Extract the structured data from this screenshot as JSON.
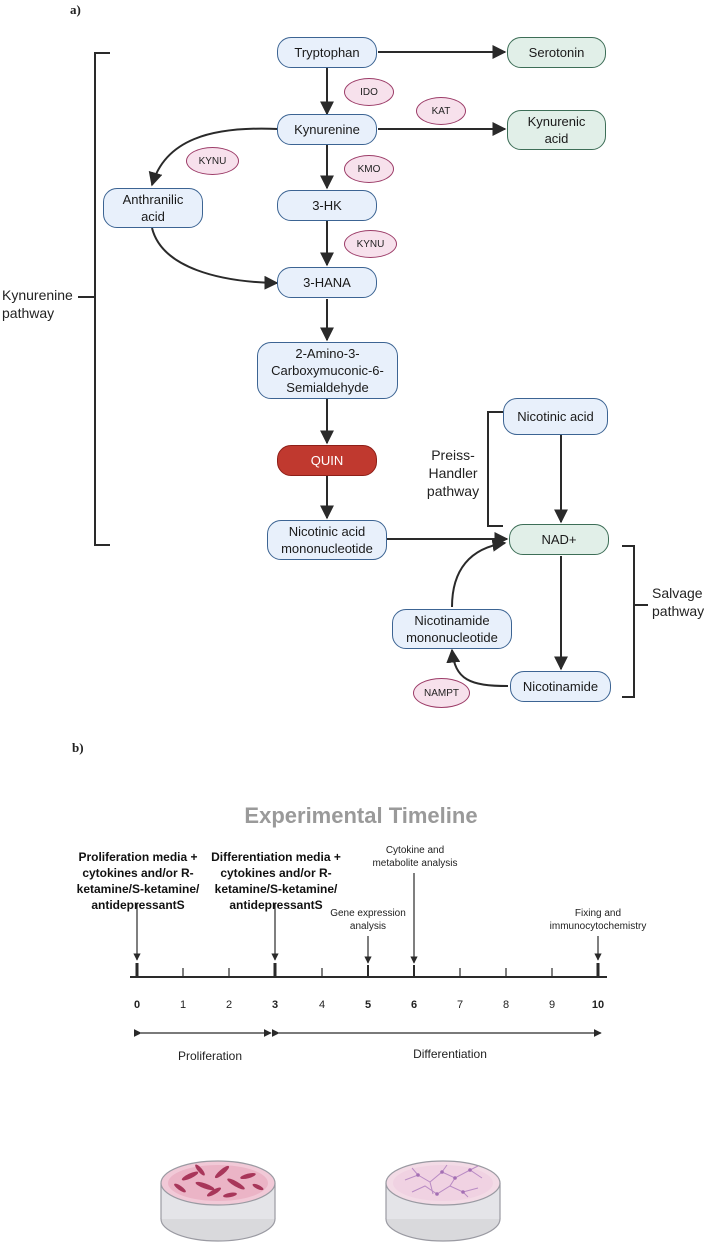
{
  "panel_a_label": "a)",
  "panel_b_label": "b)",
  "nodes": {
    "tryptophan": "Tryptophan",
    "serotonin": "Serotonin",
    "kynurenine": "Kynurenine",
    "kynurenic_acid": "Kynurenic acid",
    "anthranilic_acid": "Anthranilic acid",
    "three_hk": "3-HK",
    "three_hana": "3-HANA",
    "acms": "2-Amino-3-Carboxymuconic-6-Semialdehyde",
    "quin": "QUIN",
    "namn": "Nicotinic acid mononucleotide",
    "nicotinic_acid": "Nicotinic acid",
    "nad": "NAD+",
    "nmn": "Nicotinamide mononucleotide",
    "nicotinamide": "Nicotinamide"
  },
  "enzymes": {
    "ido": "IDO",
    "kat": "KAT",
    "kynu1": "KYNU",
    "kmo": "KMO",
    "kynu2": "KYNU",
    "nampt": "NAMPT"
  },
  "pathways": {
    "kynurenine": "Kynurenine pathway",
    "preiss_handler": "Preiss-Handler pathway",
    "salvage": "Salvage pathway"
  },
  "timeline": {
    "title": "Experimental Timeline",
    "proliferation_media": "Proliferation media + cytokines and/or R-ketamine/S-ketamine/ antidepressantS",
    "differentiation_media": "Differentiation media + cytokines and/or R-ketamine/S-ketamine/ antidepressantS",
    "cytokine_analysis": "Cytokine and metabolite analysis",
    "gene_expression": "Gene expression analysis",
    "fixing": "Fixing and immunocytochemistry",
    "ticks": [
      "0",
      "1",
      "2",
      "3",
      "4",
      "5",
      "6",
      "7",
      "8",
      "9",
      "10"
    ],
    "proliferation": "Proliferation",
    "differentiation": "Differentiation"
  },
  "colors": {
    "metabolite_fill": "#e8f0fb",
    "metabolite_border": "#3c6493",
    "product_fill": "#e1efe8",
    "product_border": "#3d6e57",
    "quin_fill": "#c0392f",
    "enzyme_fill": "#f7e1ec",
    "enzyme_border": "#9c3c68",
    "title_gray": "#9a9a9a"
  }
}
